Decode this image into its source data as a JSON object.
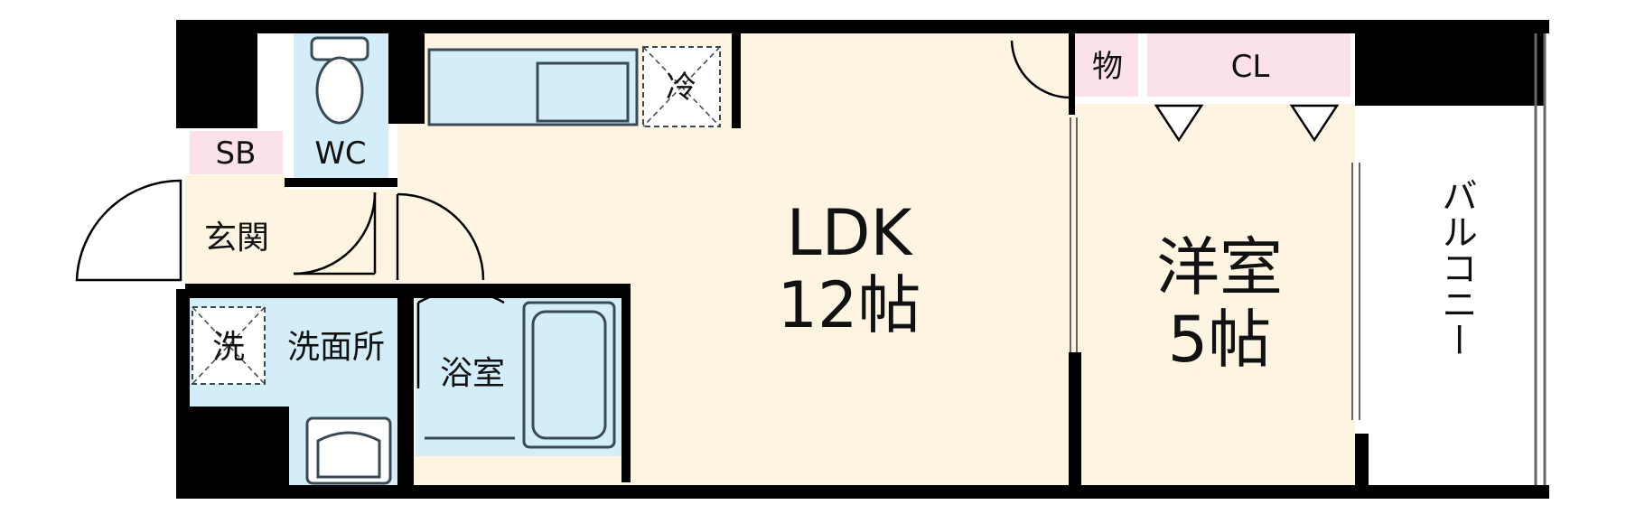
{
  "rooms": {
    "sb": "SB",
    "genkan": "玄関",
    "wc": "WC",
    "fridge": "冷",
    "ldk_name": "LDK",
    "ldk_size": "12帖",
    "storage": "物",
    "closet": "CL",
    "western_name": "洋室",
    "western_size": "5帖",
    "balcony": "バルコニー",
    "washer": "洗",
    "washroom": "洗面所",
    "bath": "浴室"
  },
  "colors": {
    "floor_ldk": "#fdf5e2",
    "wet_area": "#d3eef8",
    "storage": "#fbe1ea",
    "wall": "#000000",
    "fixture_line": "#3a4a55"
  }
}
